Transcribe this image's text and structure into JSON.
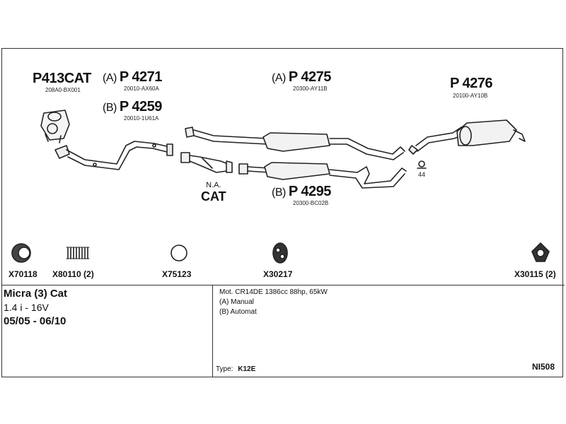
{
  "parts": {
    "cat_converter": {
      "pn": "P413CAT",
      "oe": "208A0-BX001"
    },
    "front_pipe": {
      "prefix_a": "(A)",
      "pn_a": "P 4271",
      "oe_a": "20010-AX60A",
      "prefix_b": "(B)",
      "pn_b": "P 4259",
      "oe_b": "20010-1U61A"
    },
    "center_a": {
      "prefix": "(A)",
      "pn": "P 4275",
      "oe": "20300-AY11B"
    },
    "center_b": {
      "prefix": "(B)",
      "pn": "P 4295",
      "oe": "20300-BC02B"
    },
    "rear_silencer": {
      "pn": "P 4276",
      "oe": "20100-AY10B"
    },
    "na_cat": {
      "line1": "N.A.",
      "line2": "CAT"
    },
    "hanger_ref": "44"
  },
  "accessories": [
    {
      "code": "X70118",
      "icon": "ring-icon"
    },
    {
      "code": "X80110 (2)",
      "icon": "spring-icon"
    },
    {
      "code": "X75123",
      "icon": "o-ring-icon"
    },
    {
      "code": "X30217",
      "icon": "rubber-hanger-icon"
    },
    {
      "code": "X30115 (2)",
      "icon": "clamp-icon"
    }
  ],
  "vehicle": {
    "model": "Micra (3) Cat",
    "engine": "1.4 i - 16V",
    "years": "05/05 - 06/10"
  },
  "notes": {
    "motor": "Mot. CR14DE 1386cc 88hp, 65kW",
    "manual": "(A) Manual",
    "automat": "(B) Automat",
    "type_label": "Type:",
    "type_value": "K12E",
    "ref": "NI508"
  }
}
